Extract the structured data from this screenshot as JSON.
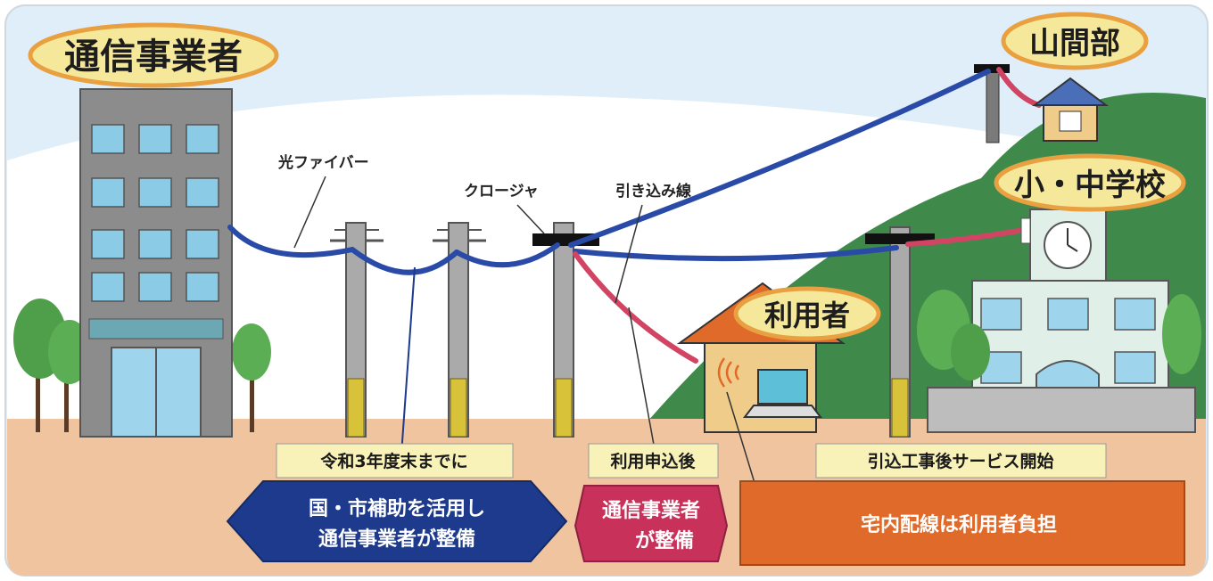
{
  "labels": {
    "carrier": "通信事業者",
    "mountain": "山間部",
    "school": "小・中学校",
    "user": "利用者",
    "fiber": "光ファイバー",
    "closure": "クロージャ",
    "dropline": "引き込み線"
  },
  "stages": [
    {
      "title": "令和3年度末までに",
      "body_lines": [
        "国・市補助を活用し",
        "通信事業者が整備"
      ]
    },
    {
      "title": "利用申込後",
      "body_lines": [
        "通信事業者",
        "が整備"
      ]
    },
    {
      "title": "引込工事後サービス開始",
      "body_lines": [
        "宅内配線は利用者負担"
      ]
    }
  ],
  "colors": {
    "fiber": "#2a4aa8",
    "dropline": "#d24464",
    "ground": "#efc49f",
    "hill": "#3f8a4a",
    "oval": "#f6e89a",
    "oval_border": "#e8a040",
    "stage1": "#1d3a8c",
    "stage2": "#c8325a",
    "stage3": "#e06a2a",
    "label_box": "#f8f1b8"
  },
  "icons": [
    "building-icon",
    "utility-pole-icon",
    "house-icon",
    "laptop-icon",
    "school-icon",
    "tree-icon",
    "wifi-icon",
    "clock-icon"
  ]
}
